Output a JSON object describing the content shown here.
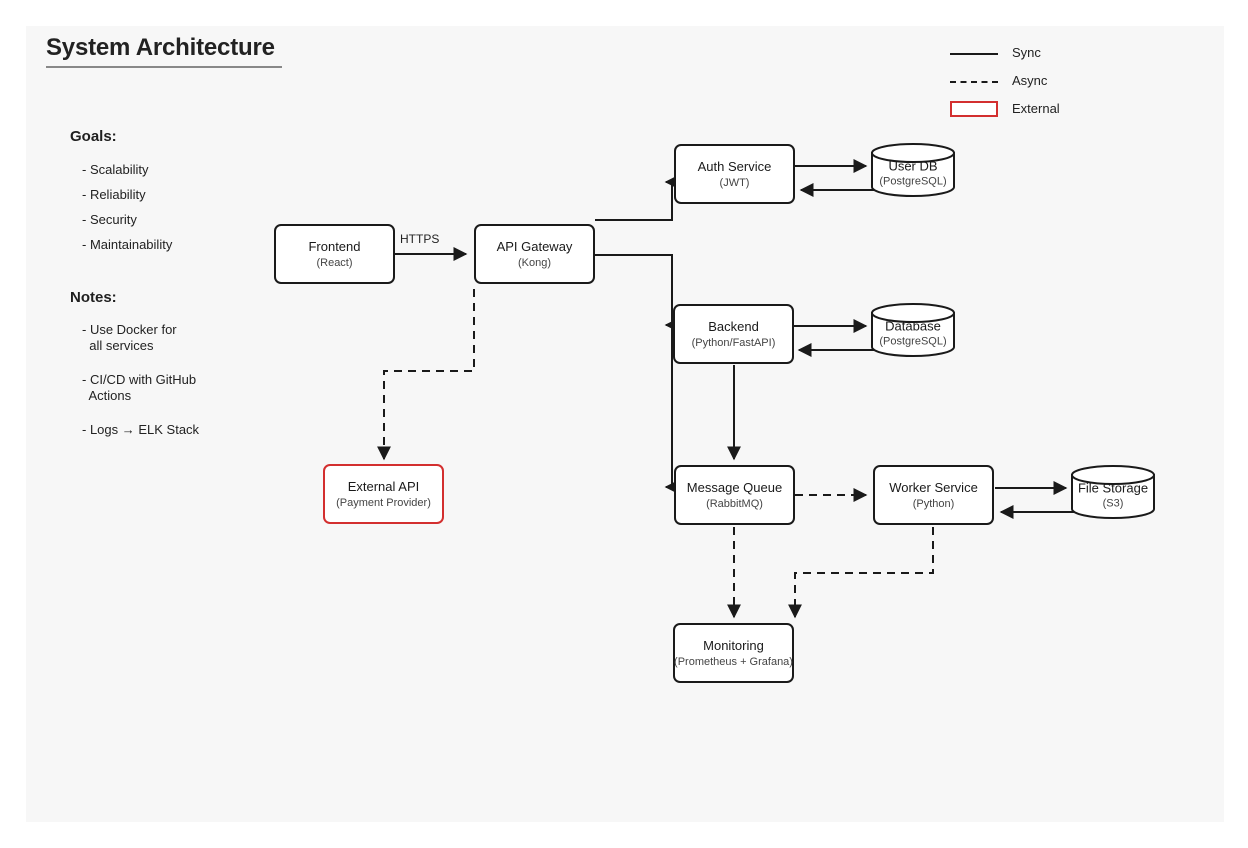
{
  "canvas": {
    "background": "#f7f7f7",
    "page_background": "#ffffff"
  },
  "title": {
    "text": "System Architecture"
  },
  "goals": {
    "heading": "Goals:",
    "items": [
      "- Scalability",
      "- Reliability",
      "- Security",
      "- Maintainability"
    ]
  },
  "notes": {
    "heading": "Notes:",
    "items": [
      "- Use Docker for\n  all services",
      "- CI/CD with GitHub\n  Actions",
      "- Logs → ELK Stack"
    ]
  },
  "legend": {
    "items": [
      {
        "label": "Sync",
        "style": "solid",
        "color": "#1a1a1a"
      },
      {
        "label": "Async",
        "style": "dashed",
        "color": "#1a1a1a"
      },
      {
        "label": "External",
        "style": "box",
        "color": "#d32f2f"
      }
    ]
  },
  "nodes": [
    {
      "id": "frontend",
      "title": "Frontend",
      "subtitle": "(React)",
      "shape": "box",
      "variant": "normal"
    },
    {
      "id": "api_gateway",
      "title": "API Gateway",
      "subtitle": "(Kong)",
      "shape": "box",
      "variant": "normal"
    },
    {
      "id": "auth_service",
      "title": "Auth Service",
      "subtitle": "(JWT)",
      "shape": "box",
      "variant": "normal"
    },
    {
      "id": "user_db",
      "title": "User DB",
      "subtitle": "(PostgreSQL)",
      "shape": "cylinder",
      "variant": "normal"
    },
    {
      "id": "backend",
      "title": "Backend",
      "subtitle": "(Python/FastAPI)",
      "shape": "box",
      "variant": "normal"
    },
    {
      "id": "database",
      "title": "Database",
      "subtitle": "(PostgreSQL)",
      "shape": "cylinder",
      "variant": "normal"
    },
    {
      "id": "message_queue",
      "title": "Message Queue",
      "subtitle": "(RabbitMQ)",
      "shape": "box",
      "variant": "normal"
    },
    {
      "id": "worker_service",
      "title": "Worker Service",
      "subtitle": "(Python)",
      "shape": "box",
      "variant": "normal"
    },
    {
      "id": "file_storage",
      "title": "File Storage",
      "subtitle": "(S3)",
      "shape": "cylinder",
      "variant": "normal"
    },
    {
      "id": "external_api",
      "title": "External API",
      "subtitle": "(Payment Provider)",
      "shape": "box",
      "variant": "external"
    },
    {
      "id": "monitoring",
      "title": "Monitoring",
      "subtitle": "(Prometheus + Grafana)",
      "shape": "box",
      "variant": "normal"
    }
  ],
  "edges": [
    {
      "from": "frontend",
      "to": "api_gateway",
      "style": "solid",
      "label": "HTTPS"
    },
    {
      "from": "api_gateway",
      "to": "auth_service",
      "style": "solid",
      "label": ""
    },
    {
      "from": "auth_service",
      "to": "user_db",
      "style": "solid",
      "label": ""
    },
    {
      "from": "user_db",
      "to": "auth_service",
      "style": "solid",
      "label": ""
    },
    {
      "from": "api_gateway",
      "to": "backend",
      "style": "solid",
      "label": ""
    },
    {
      "from": "backend",
      "to": "database",
      "style": "solid",
      "label": ""
    },
    {
      "from": "database",
      "to": "backend",
      "style": "solid",
      "label": ""
    },
    {
      "from": "api_gateway",
      "to": "message_queue",
      "style": "solid",
      "label": ""
    },
    {
      "from": "backend",
      "to": "message_queue",
      "style": "solid",
      "label": ""
    },
    {
      "from": "message_queue",
      "to": "worker_service",
      "style": "dashed",
      "label": ""
    },
    {
      "from": "worker_service",
      "to": "file_storage",
      "style": "solid",
      "label": ""
    },
    {
      "from": "file_storage",
      "to": "worker_service",
      "style": "solid",
      "label": ""
    },
    {
      "from": "api_gateway",
      "to": "external_api",
      "style": "dashed",
      "label": ""
    },
    {
      "from": "message_queue",
      "to": "monitoring",
      "style": "dashed",
      "label": ""
    },
    {
      "from": "worker_service",
      "to": "monitoring",
      "style": "dashed",
      "label": ""
    }
  ]
}
